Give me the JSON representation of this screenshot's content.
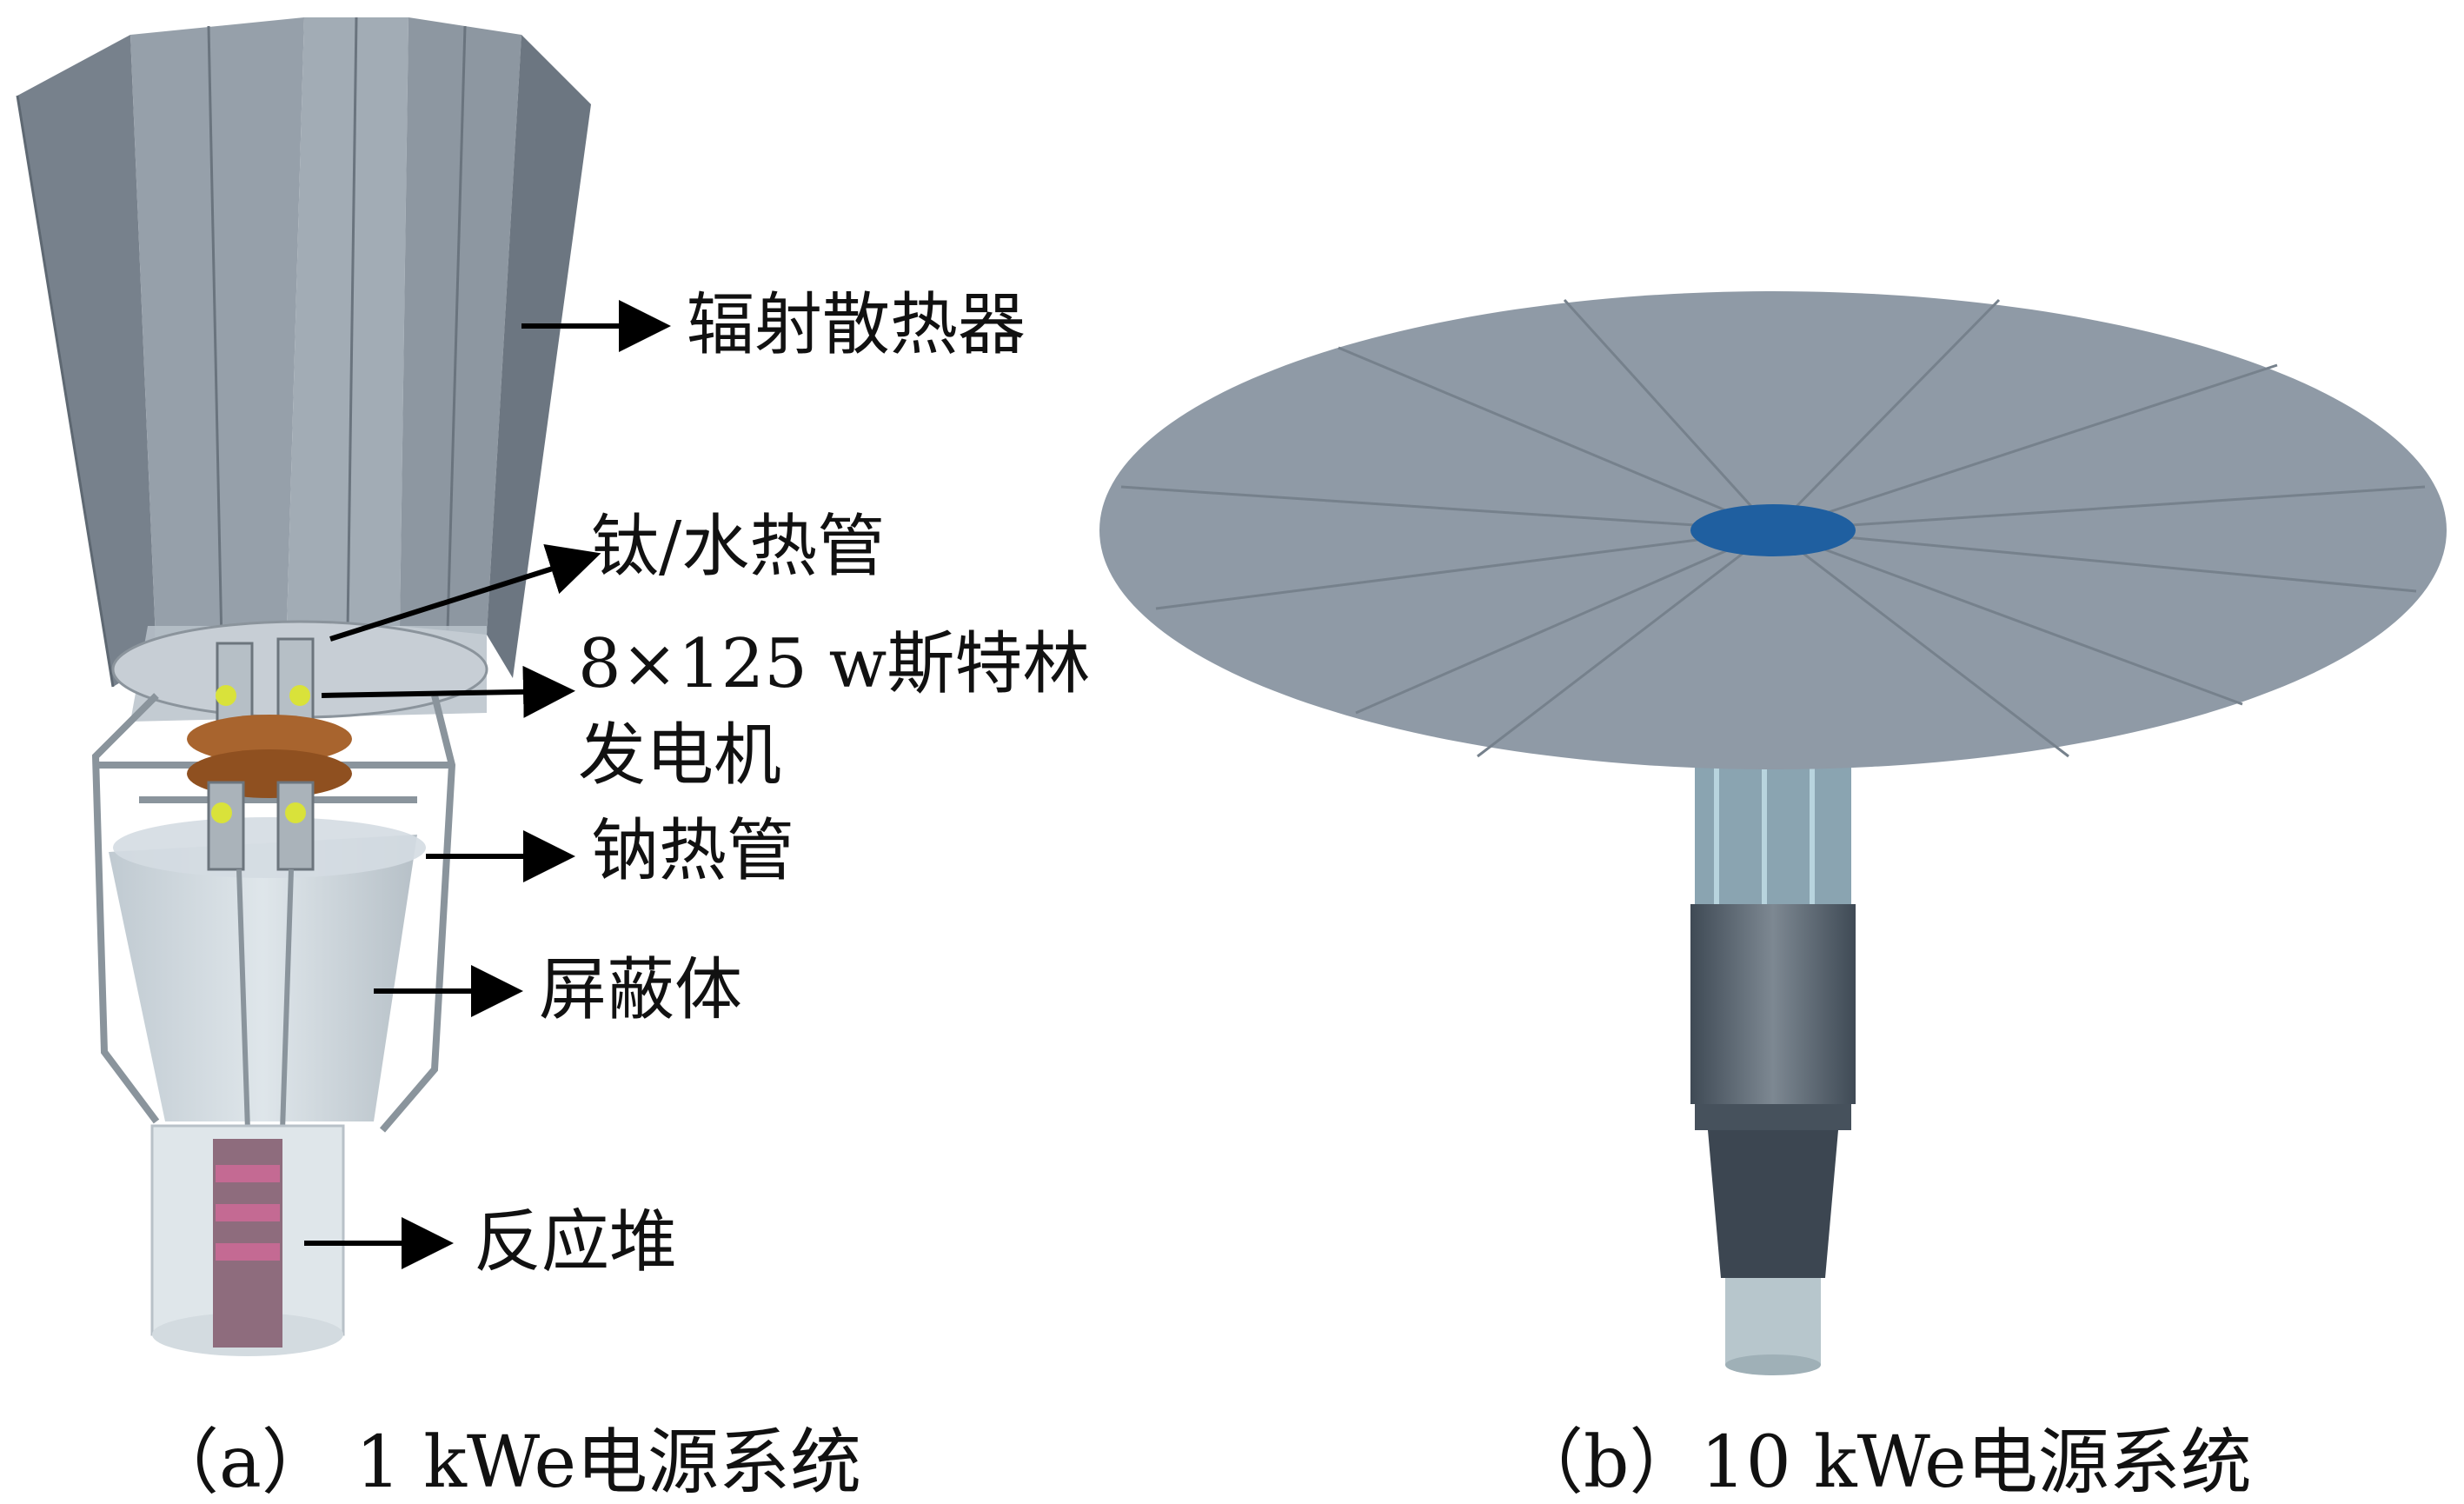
{
  "figure_a": {
    "labels": {
      "radiator": "辐射散热器",
      "ti_water_heat_pipe": "钛/水热管",
      "stirling_line1": "8×125 w斯特林",
      "stirling_line2": "发电机",
      "sodium_heat_pipe": "钠热管",
      "shield": "屏蔽体",
      "reactor": "反应堆"
    },
    "caption": "（a） 1 kWe电源系统"
  },
  "figure_b": {
    "caption": "（b）10 kWe电源系统"
  },
  "colors": {
    "radiator_panel": "#8e98a3",
    "radiator_panel_dark": "#6f7983",
    "disc": "#8f9aa6",
    "disc_center": "#1f5fa0",
    "shield": "#c9d3da",
    "copper": "#a8642e",
    "yellow_ring": "#d9e23a",
    "reactor_pink": "#c46a93"
  }
}
